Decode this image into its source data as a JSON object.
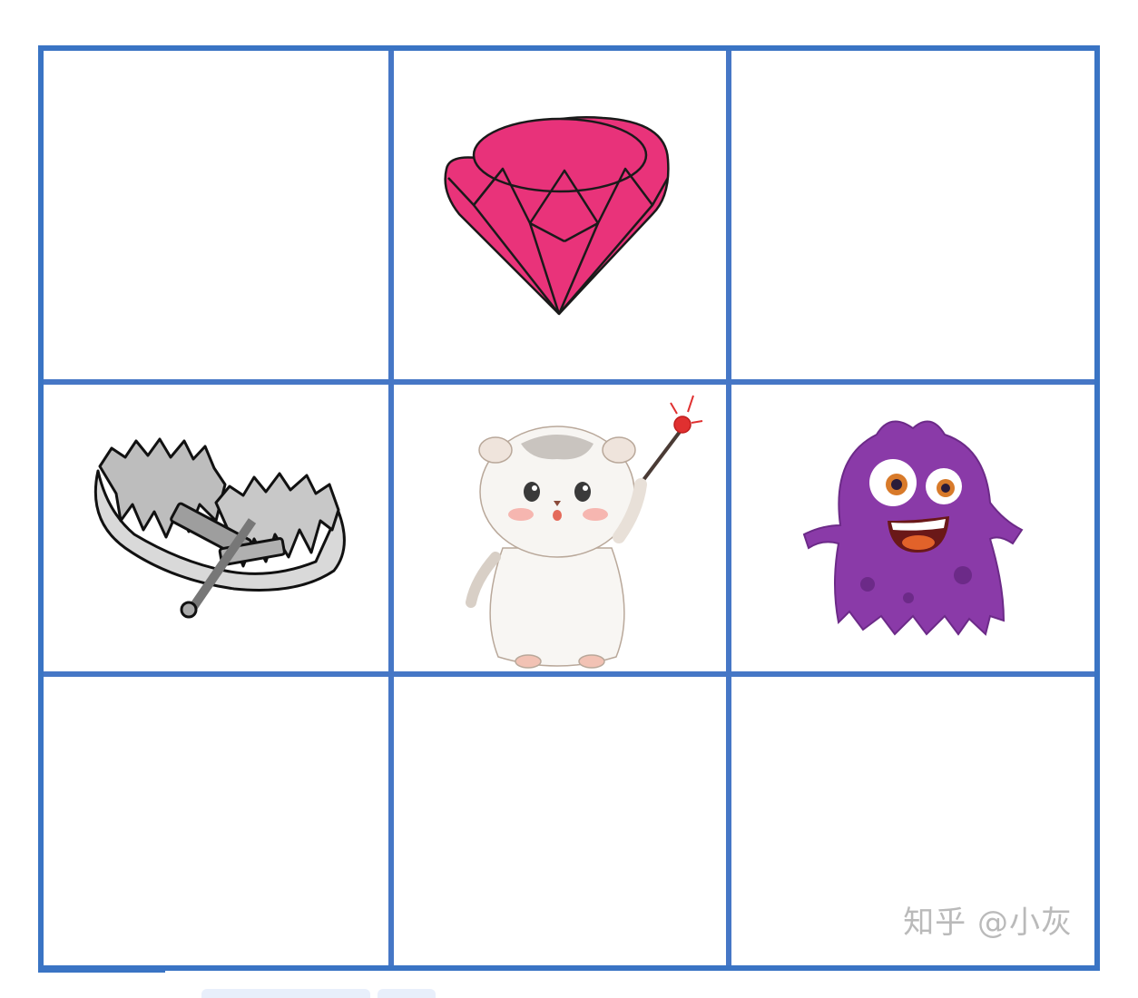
{
  "grid": {
    "rows": 3,
    "cols": 3,
    "cells": [
      {
        "row": 0,
        "col": 0,
        "content": "empty"
      },
      {
        "row": 0,
        "col": 1,
        "content": "gem-icon"
      },
      {
        "row": 0,
        "col": 2,
        "content": "empty"
      },
      {
        "row": 1,
        "col": 0,
        "content": "bear-trap-icon"
      },
      {
        "row": 1,
        "col": 1,
        "content": "hamster-icon"
      },
      {
        "row": 1,
        "col": 2,
        "content": "monster-icon"
      },
      {
        "row": 2,
        "col": 0,
        "content": "empty"
      },
      {
        "row": 2,
        "col": 1,
        "content": "empty"
      },
      {
        "row": 2,
        "col": 2,
        "content": "empty"
      }
    ]
  },
  "colors": {
    "grid_line": "#3a74c4",
    "gem": "#e9337a",
    "monster": "#8a3aa8"
  },
  "watermark": "知乎 @小灰"
}
